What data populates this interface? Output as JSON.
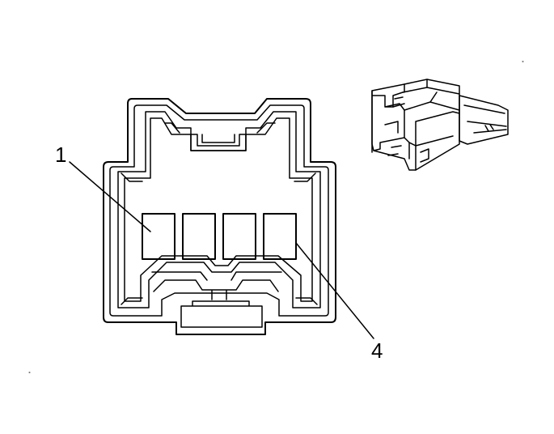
{
  "diagram": {
    "callouts": [
      {
        "id": "pin-1",
        "label": "1"
      },
      {
        "id": "pin-4",
        "label": "4"
      }
    ],
    "terminal_count": 4,
    "colors": {
      "line": "#000000",
      "background": "#ffffff"
    }
  }
}
